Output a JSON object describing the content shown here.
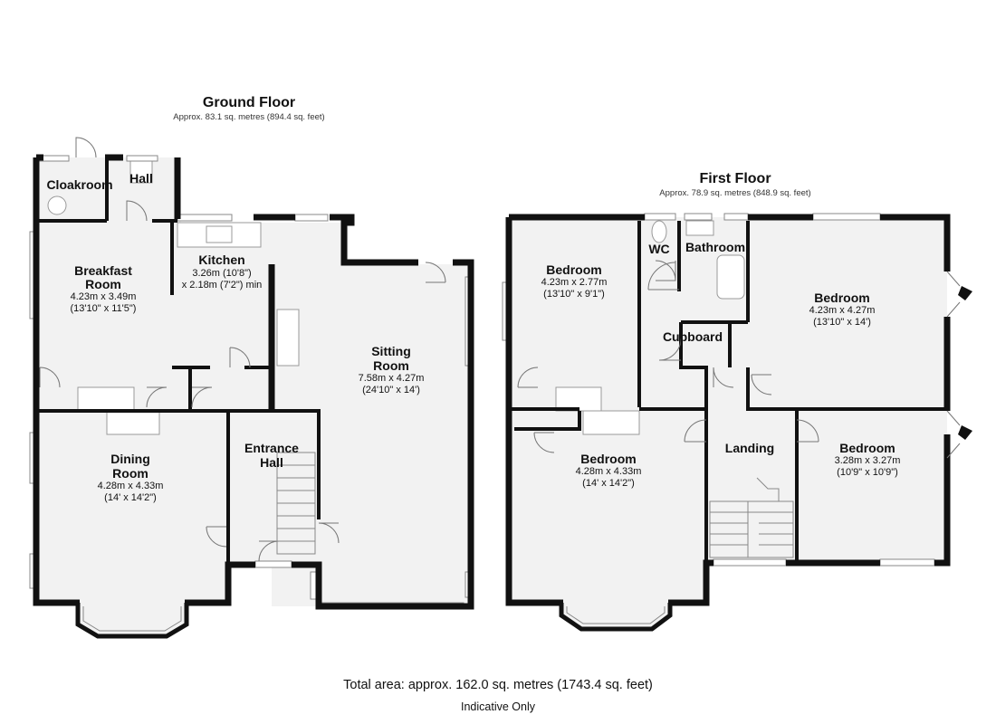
{
  "ground_floor": {
    "title": "Ground Floor",
    "area": "Approx. 83.1 sq. metres (894.4 sq. feet)",
    "rooms": {
      "cloakroom": {
        "name": "Cloakroom"
      },
      "hall": {
        "name": "Hall"
      },
      "breakfast_room": {
        "name_1": "Breakfast",
        "name_2": "Room",
        "dim_m": "4.23m x 3.49m",
        "dim_ft": "(13'10\" x 11'5\")"
      },
      "kitchen": {
        "name": "Kitchen",
        "dim_m": "3.26m (10'8\")",
        "dim_ft": "x 2.18m (7'2\") min"
      },
      "sitting_room": {
        "name_1": "Sitting",
        "name_2": "Room",
        "dim_m": "7.58m x 4.27m",
        "dim_ft": "(24'10\" x 14')"
      },
      "dining_room": {
        "name_1": "Dining",
        "name_2": "Room",
        "dim_m": "4.28m x 4.33m",
        "dim_ft": "(14' x 14'2\")"
      },
      "entrance_hall": {
        "name_1": "Entrance",
        "name_2": "Hall"
      }
    }
  },
  "first_floor": {
    "title": "First Floor",
    "area": "Approx. 78.9 sq. metres (848.9 sq. feet)",
    "rooms": {
      "bedroom_top_left": {
        "name": "Bedroom",
        "dim_m": "4.23m x 2.77m",
        "dim_ft": "(13'10\" x 9'1\")"
      },
      "wc": {
        "name": "WC"
      },
      "bathroom": {
        "name": "Bathroom"
      },
      "cupboard": {
        "name": "Cupboard"
      },
      "bedroom_top_right": {
        "name": "Bedroom",
        "dim_m": "4.23m x 4.27m",
        "dim_ft": "(13'10\" x 14')"
      },
      "bedroom_bottom_left": {
        "name": "Bedroom",
        "dim_m": "4.28m x 4.33m",
        "dim_ft": "(14' x 14'2\")"
      },
      "landing": {
        "name": "Landing"
      },
      "bedroom_bottom_right": {
        "name": "Bedroom",
        "dim_m": "3.28m x 3.27m",
        "dim_ft": "(10'9\" x 10'9\")"
      }
    }
  },
  "footer": {
    "total_area": "Total area: approx. 162.0 sq. metres (1743.4 sq. feet)",
    "note": "Indicative Only"
  },
  "colors": {
    "wall": "#111111",
    "floor": "#f2f2f2",
    "fixture": "#ffffff",
    "text": "#111111"
  }
}
